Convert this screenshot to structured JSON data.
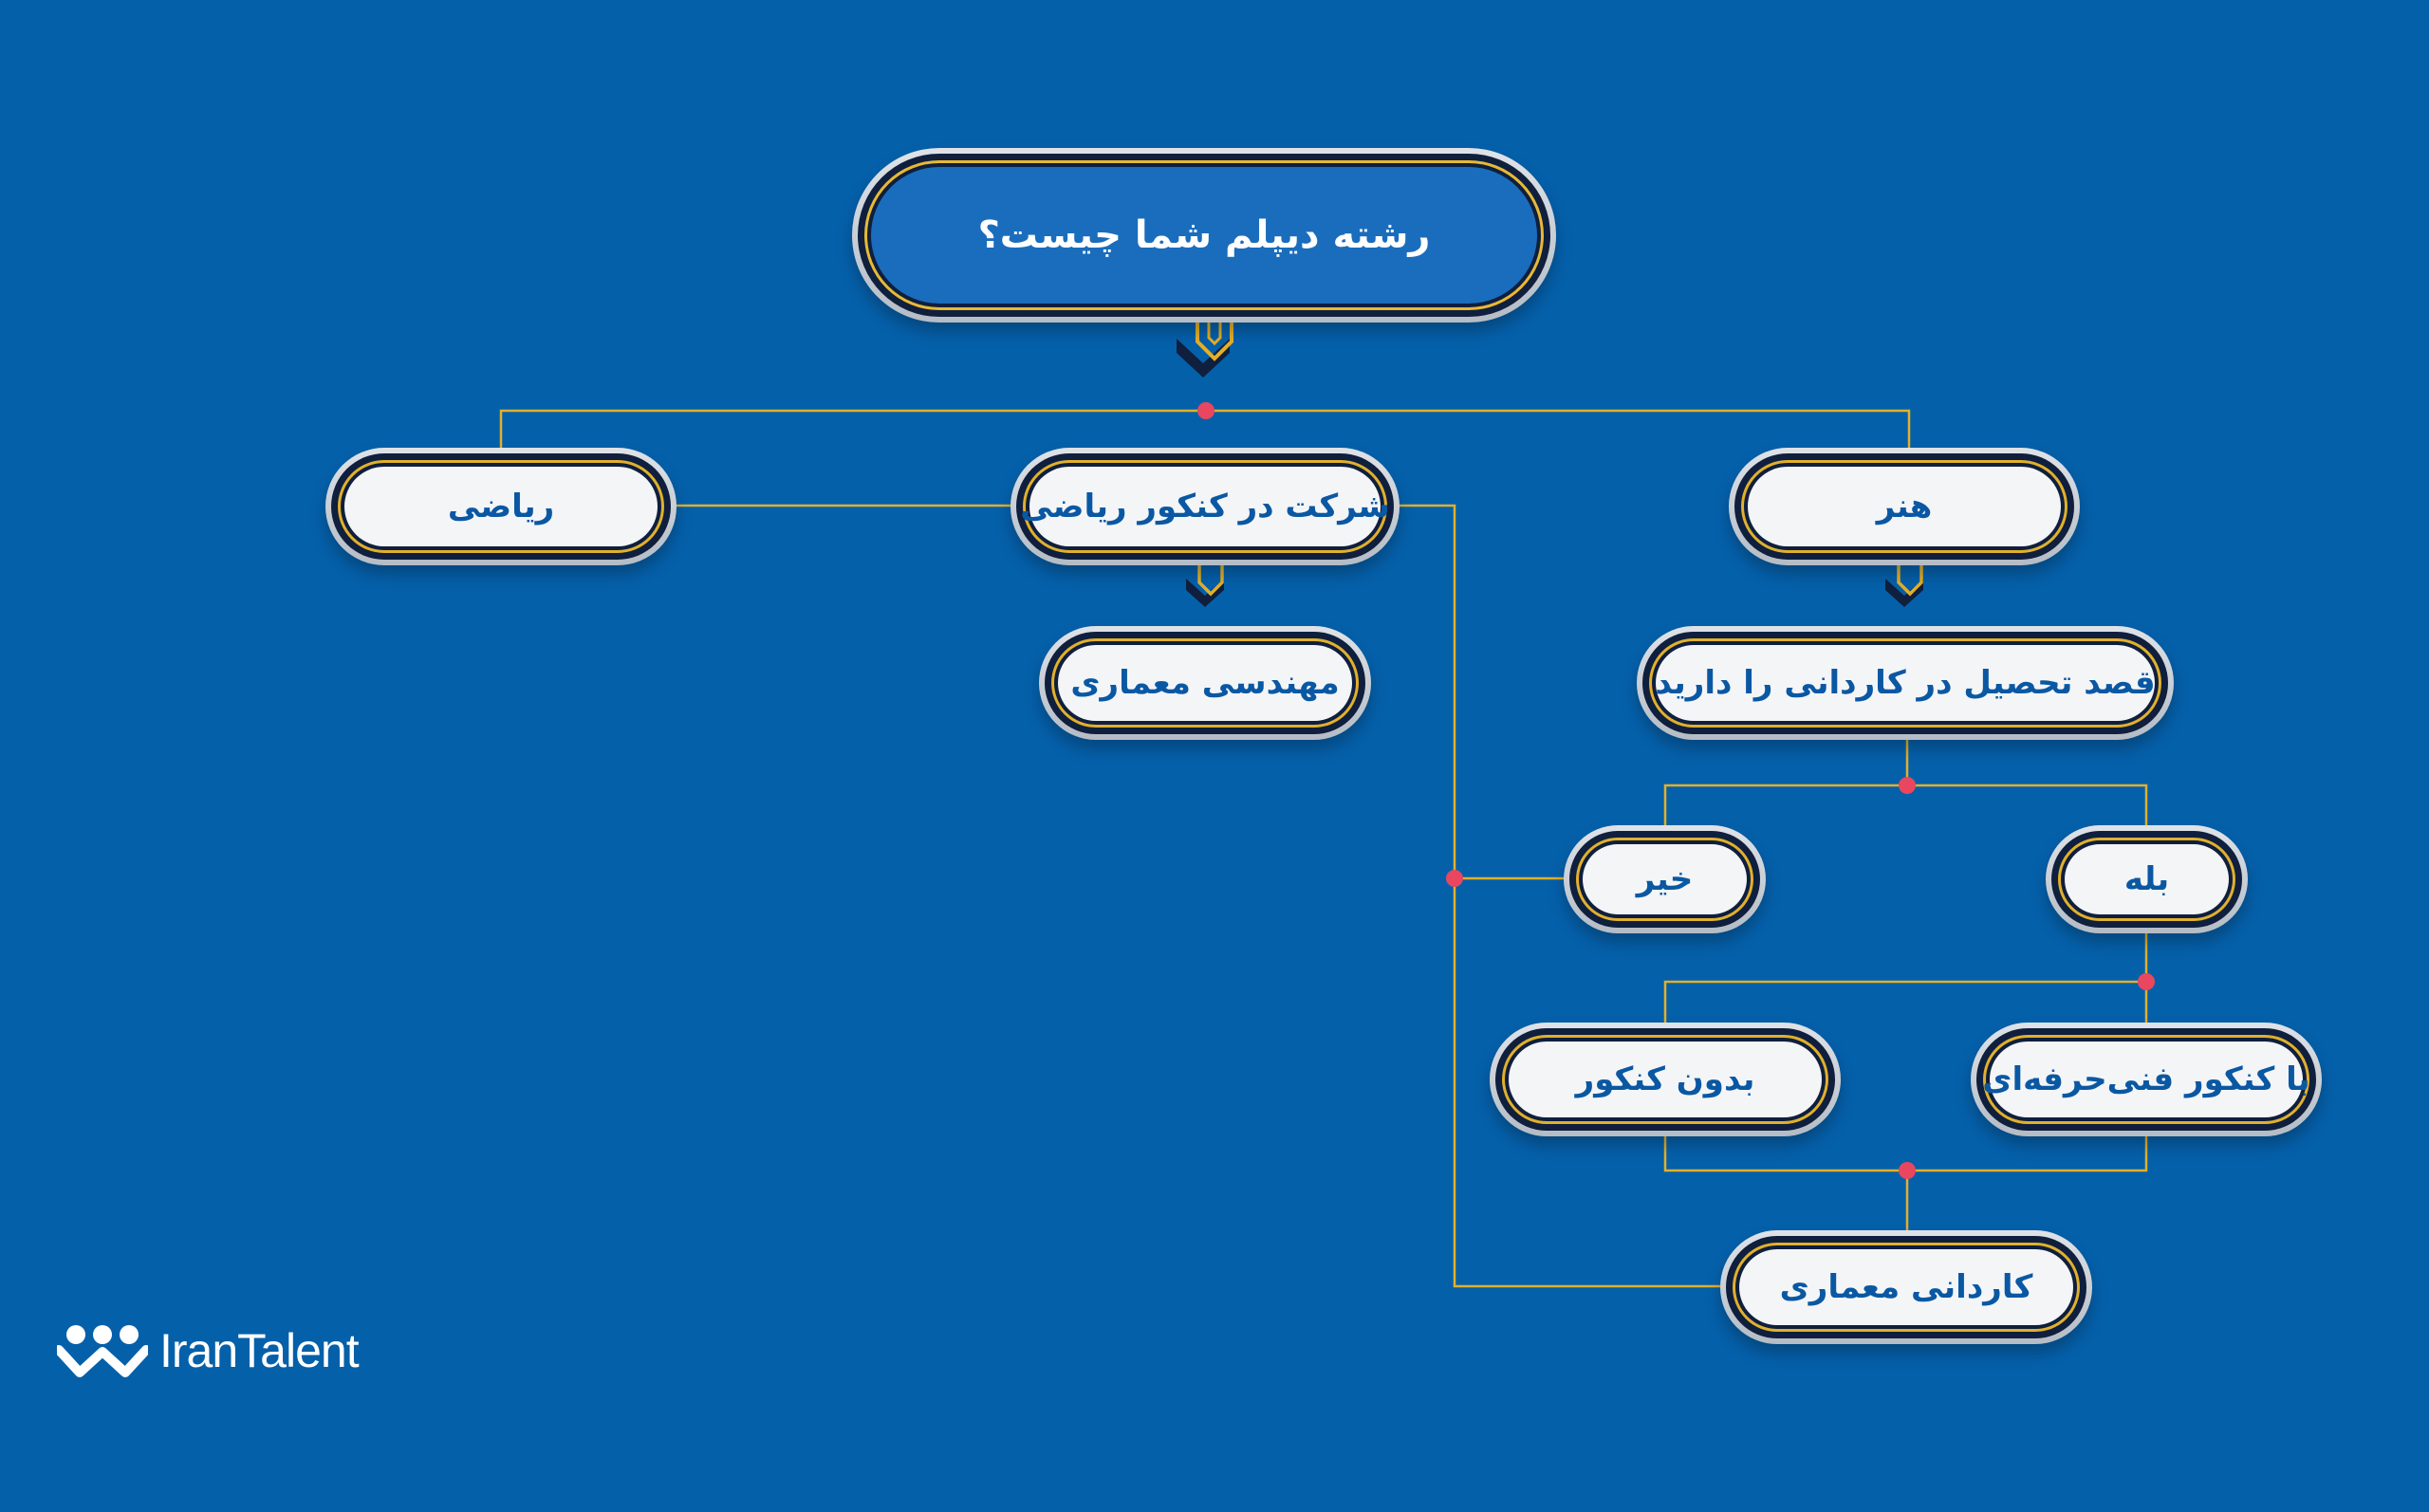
{
  "colors": {
    "background": "#0560aa",
    "connector": "#e1b02c",
    "junction": "#e8475f",
    "node_text": "#0a58a3",
    "root_fill": "#1a6dbd"
  },
  "root": {
    "label": "رشته دیپلم شما چیست؟"
  },
  "nodes": {
    "math": "ریاضی",
    "math_konkur": "شرکت در کنکور ریاضی",
    "art": "هنر",
    "arch_engineering": "مهندسی معماری",
    "kardani_intent": "قصد تحصیل در کاردانی را دارید",
    "no": "خیر",
    "yes": "بله",
    "without_konkur": "بدون کنکور",
    "vocational_konkur": "با کنکور فنی‌حرفه‌ای",
    "kardani_arch": "کاردانی معماری"
  },
  "brand": {
    "name": "IranTalent",
    "icon": "irantalent-logo-icon"
  }
}
